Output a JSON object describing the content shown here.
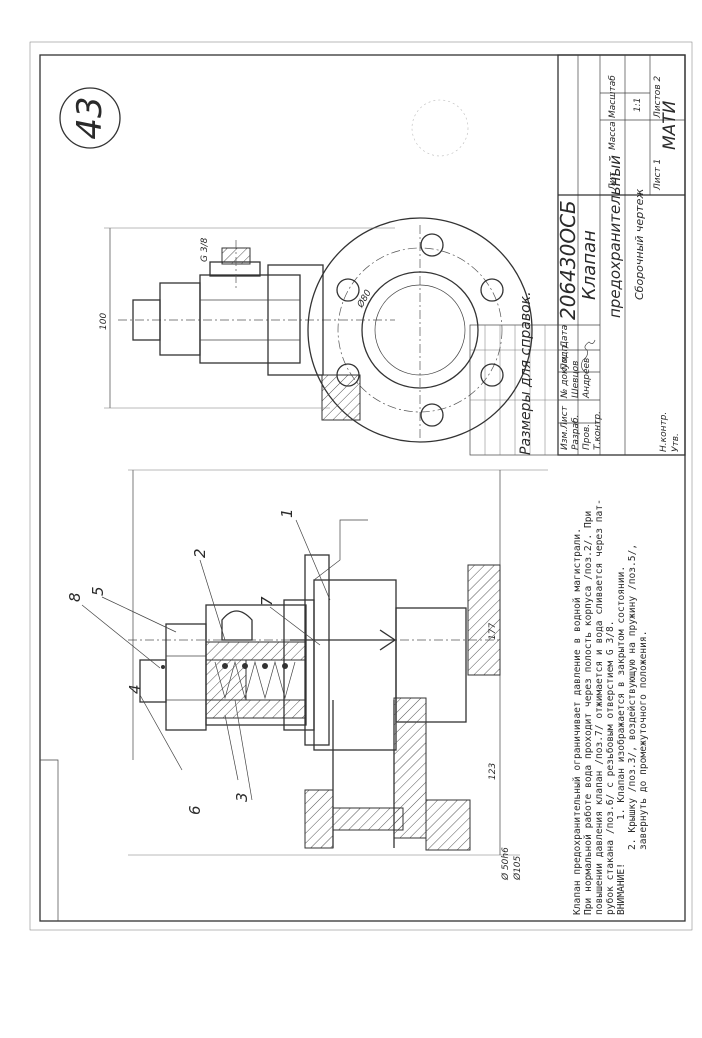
{
  "sheet": {
    "number": "43",
    "doc_code": "206430ОСБ",
    "title": "Клапан",
    "subtitle": "предохранительный",
    "doc_type": "Сборочный чертеж",
    "organization": "МАТИ"
  },
  "title_block": {
    "col_headers": [
      "Лит",
      "Масса",
      "Масштаб"
    ],
    "scale": "1:1",
    "sheet_label": "Лист 1",
    "sheets_label": "Листов 2",
    "rows": [
      {
        "role": "Изм.Лист",
        "name": "№ докум.",
        "sign": "Подп.",
        "date": "Дата"
      },
      {
        "role": "Разраб.",
        "name": "Шевцов",
        "sign": "",
        "date": ""
      },
      {
        "role": "Пров.",
        "name": "Андреев",
        "sign": "",
        "date": ""
      },
      {
        "role": "Т.контр.",
        "name": "",
        "sign": "",
        "date": ""
      },
      {
        "role": "",
        "name": "",
        "sign": "",
        "date": ""
      },
      {
        "role": "Н.контр.",
        "name": "",
        "sign": "",
        "date": ""
      },
      {
        "role": "Утв.",
        "name": "",
        "sign": "",
        "date": ""
      }
    ]
  },
  "drawing": {
    "reference_note": "Размеры для справок.",
    "dimensions": {
      "overall_height": "177",
      "lower_height": "123",
      "side_height": "100",
      "thread": "G 3/8",
      "bolt_circle": "Ø80",
      "flange_dia_1": "Ø105",
      "flange_dia_2": "Ø 50h6"
    },
    "position_labels": [
      "1",
      "2",
      "3",
      "4",
      "5",
      "6",
      "7",
      "8"
    ]
  },
  "notes": {
    "lines": [
      "Клапан предохранительный ограничивает давление в водной магистрали.",
      "При нормальной работе вода проходит через полость корпуса /поз.2/. При",
      "повышении давления клапан /поз.7/ отжимается и вода сливается через пат-",
      "рубок стакана /поз.6/ с резьбовым отверстием G 3/8."
    ],
    "attention_label": "ВНИМАНИЕ!",
    "attention_items": [
      "1. Клапан изображается в закрытом состоянии.",
      "2. Крышку /поз.3/, воздействующую на пружину /поз.5/,",
      "завернуть до промежуточного положения."
    ]
  }
}
